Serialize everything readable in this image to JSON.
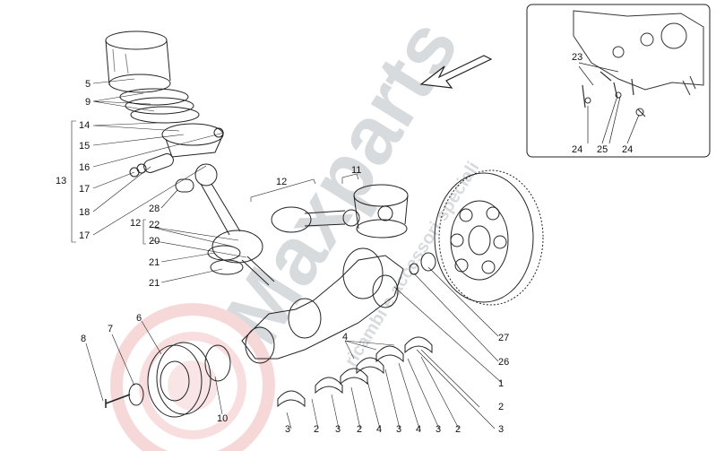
{
  "diagram": {
    "callouts": [
      {
        "id": "c5",
        "text": "5"
      },
      {
        "id": "c9",
        "text": "9"
      },
      {
        "id": "c14",
        "text": "14"
      },
      {
        "id": "c15",
        "text": "15"
      },
      {
        "id": "c16",
        "text": "16"
      },
      {
        "id": "c13",
        "text": "13"
      },
      {
        "id": "c17a",
        "text": "17"
      },
      {
        "id": "c18",
        "text": "18"
      },
      {
        "id": "c17b",
        "text": "17"
      },
      {
        "id": "c28",
        "text": "28"
      },
      {
        "id": "c12a",
        "text": "12"
      },
      {
        "id": "c22",
        "text": "22"
      },
      {
        "id": "c20",
        "text": "20"
      },
      {
        "id": "c21a",
        "text": "21"
      },
      {
        "id": "c21b",
        "text": "21"
      },
      {
        "id": "c12b",
        "text": "12"
      },
      {
        "id": "c11",
        "text": "11"
      },
      {
        "id": "c6",
        "text": "6"
      },
      {
        "id": "c7",
        "text": "7"
      },
      {
        "id": "c8",
        "text": "8"
      },
      {
        "id": "c10",
        "text": "10"
      },
      {
        "id": "c4a",
        "text": "4"
      },
      {
        "id": "c27",
        "text": "27"
      },
      {
        "id": "c26",
        "text": "26"
      },
      {
        "id": "c1",
        "text": "1"
      },
      {
        "id": "c2a",
        "text": "2"
      },
      {
        "id": "c3a",
        "text": "3"
      },
      {
        "id": "b3a",
        "text": "3"
      },
      {
        "id": "b2a",
        "text": "2"
      },
      {
        "id": "b3b",
        "text": "3"
      },
      {
        "id": "b2b",
        "text": "2"
      },
      {
        "id": "b4a",
        "text": "4"
      },
      {
        "id": "b3c",
        "text": "3"
      },
      {
        "id": "b4b",
        "text": "4"
      },
      {
        "id": "b3d",
        "text": "3"
      },
      {
        "id": "b2c",
        "text": "2"
      },
      {
        "id": "i23",
        "text": "23"
      },
      {
        "id": "i24a",
        "text": "24"
      },
      {
        "id": "i25",
        "text": "25"
      },
      {
        "id": "i24b",
        "text": "24"
      }
    ]
  },
  "watermark": {
    "brand": "Maxparts",
    "tagline": "ricambi e accessori speciali",
    "color": "#c8ccd0",
    "accent": "#e05a5a"
  }
}
